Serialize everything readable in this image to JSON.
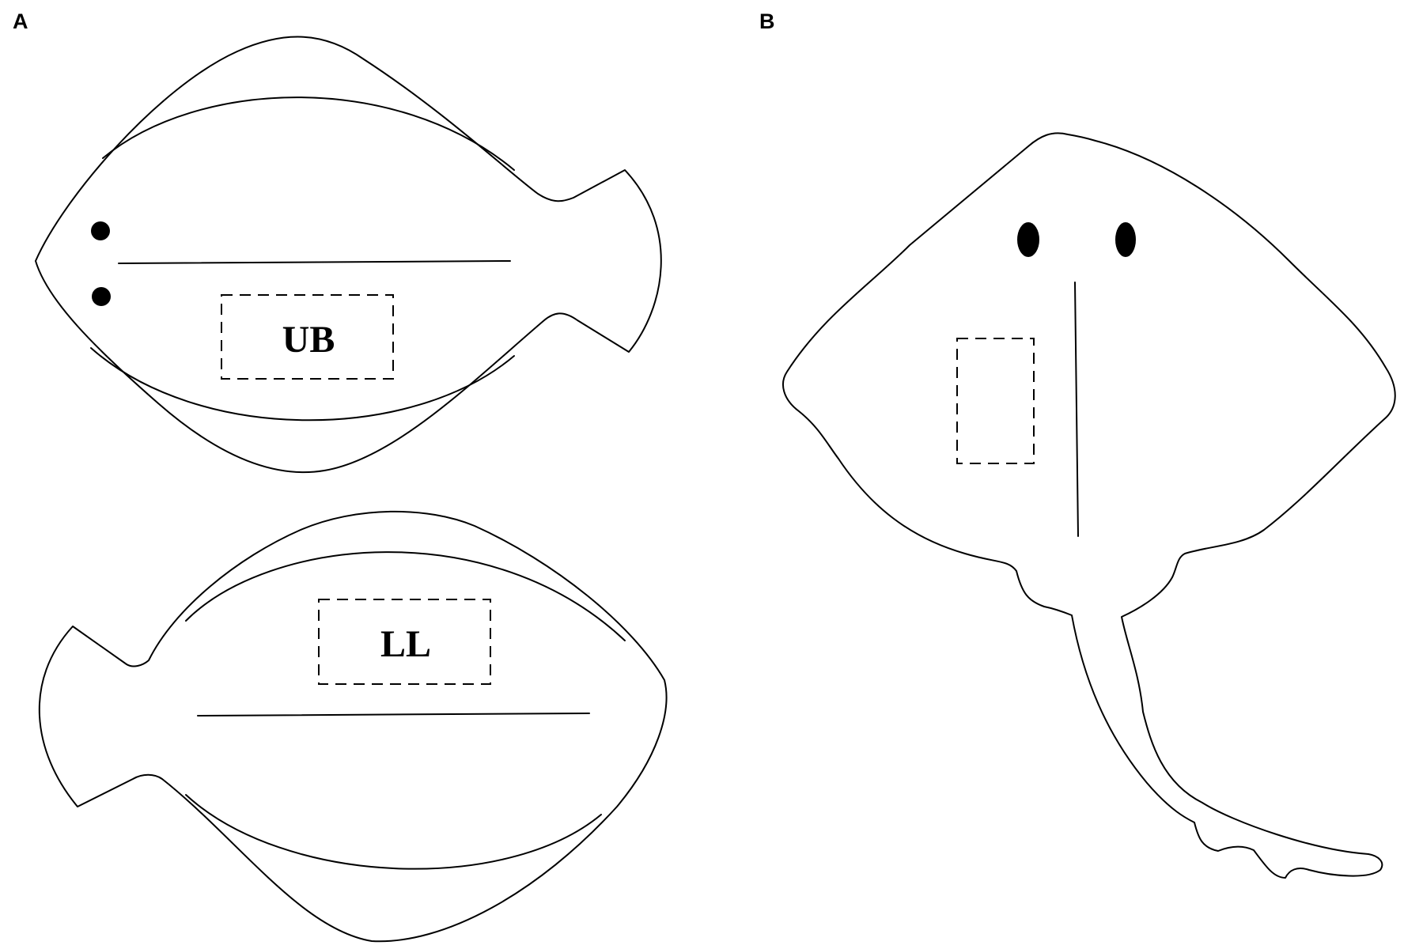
{
  "figure": {
    "panels": [
      {
        "id": "A",
        "label": "A"
      },
      {
        "id": "B",
        "label": "B"
      }
    ],
    "boxes": {
      "upper_flatfish": "UB",
      "lower_flatfish": "LL",
      "ray": ""
    },
    "colors": {
      "background": "#ffffff",
      "line": "#000000"
    }
  }
}
